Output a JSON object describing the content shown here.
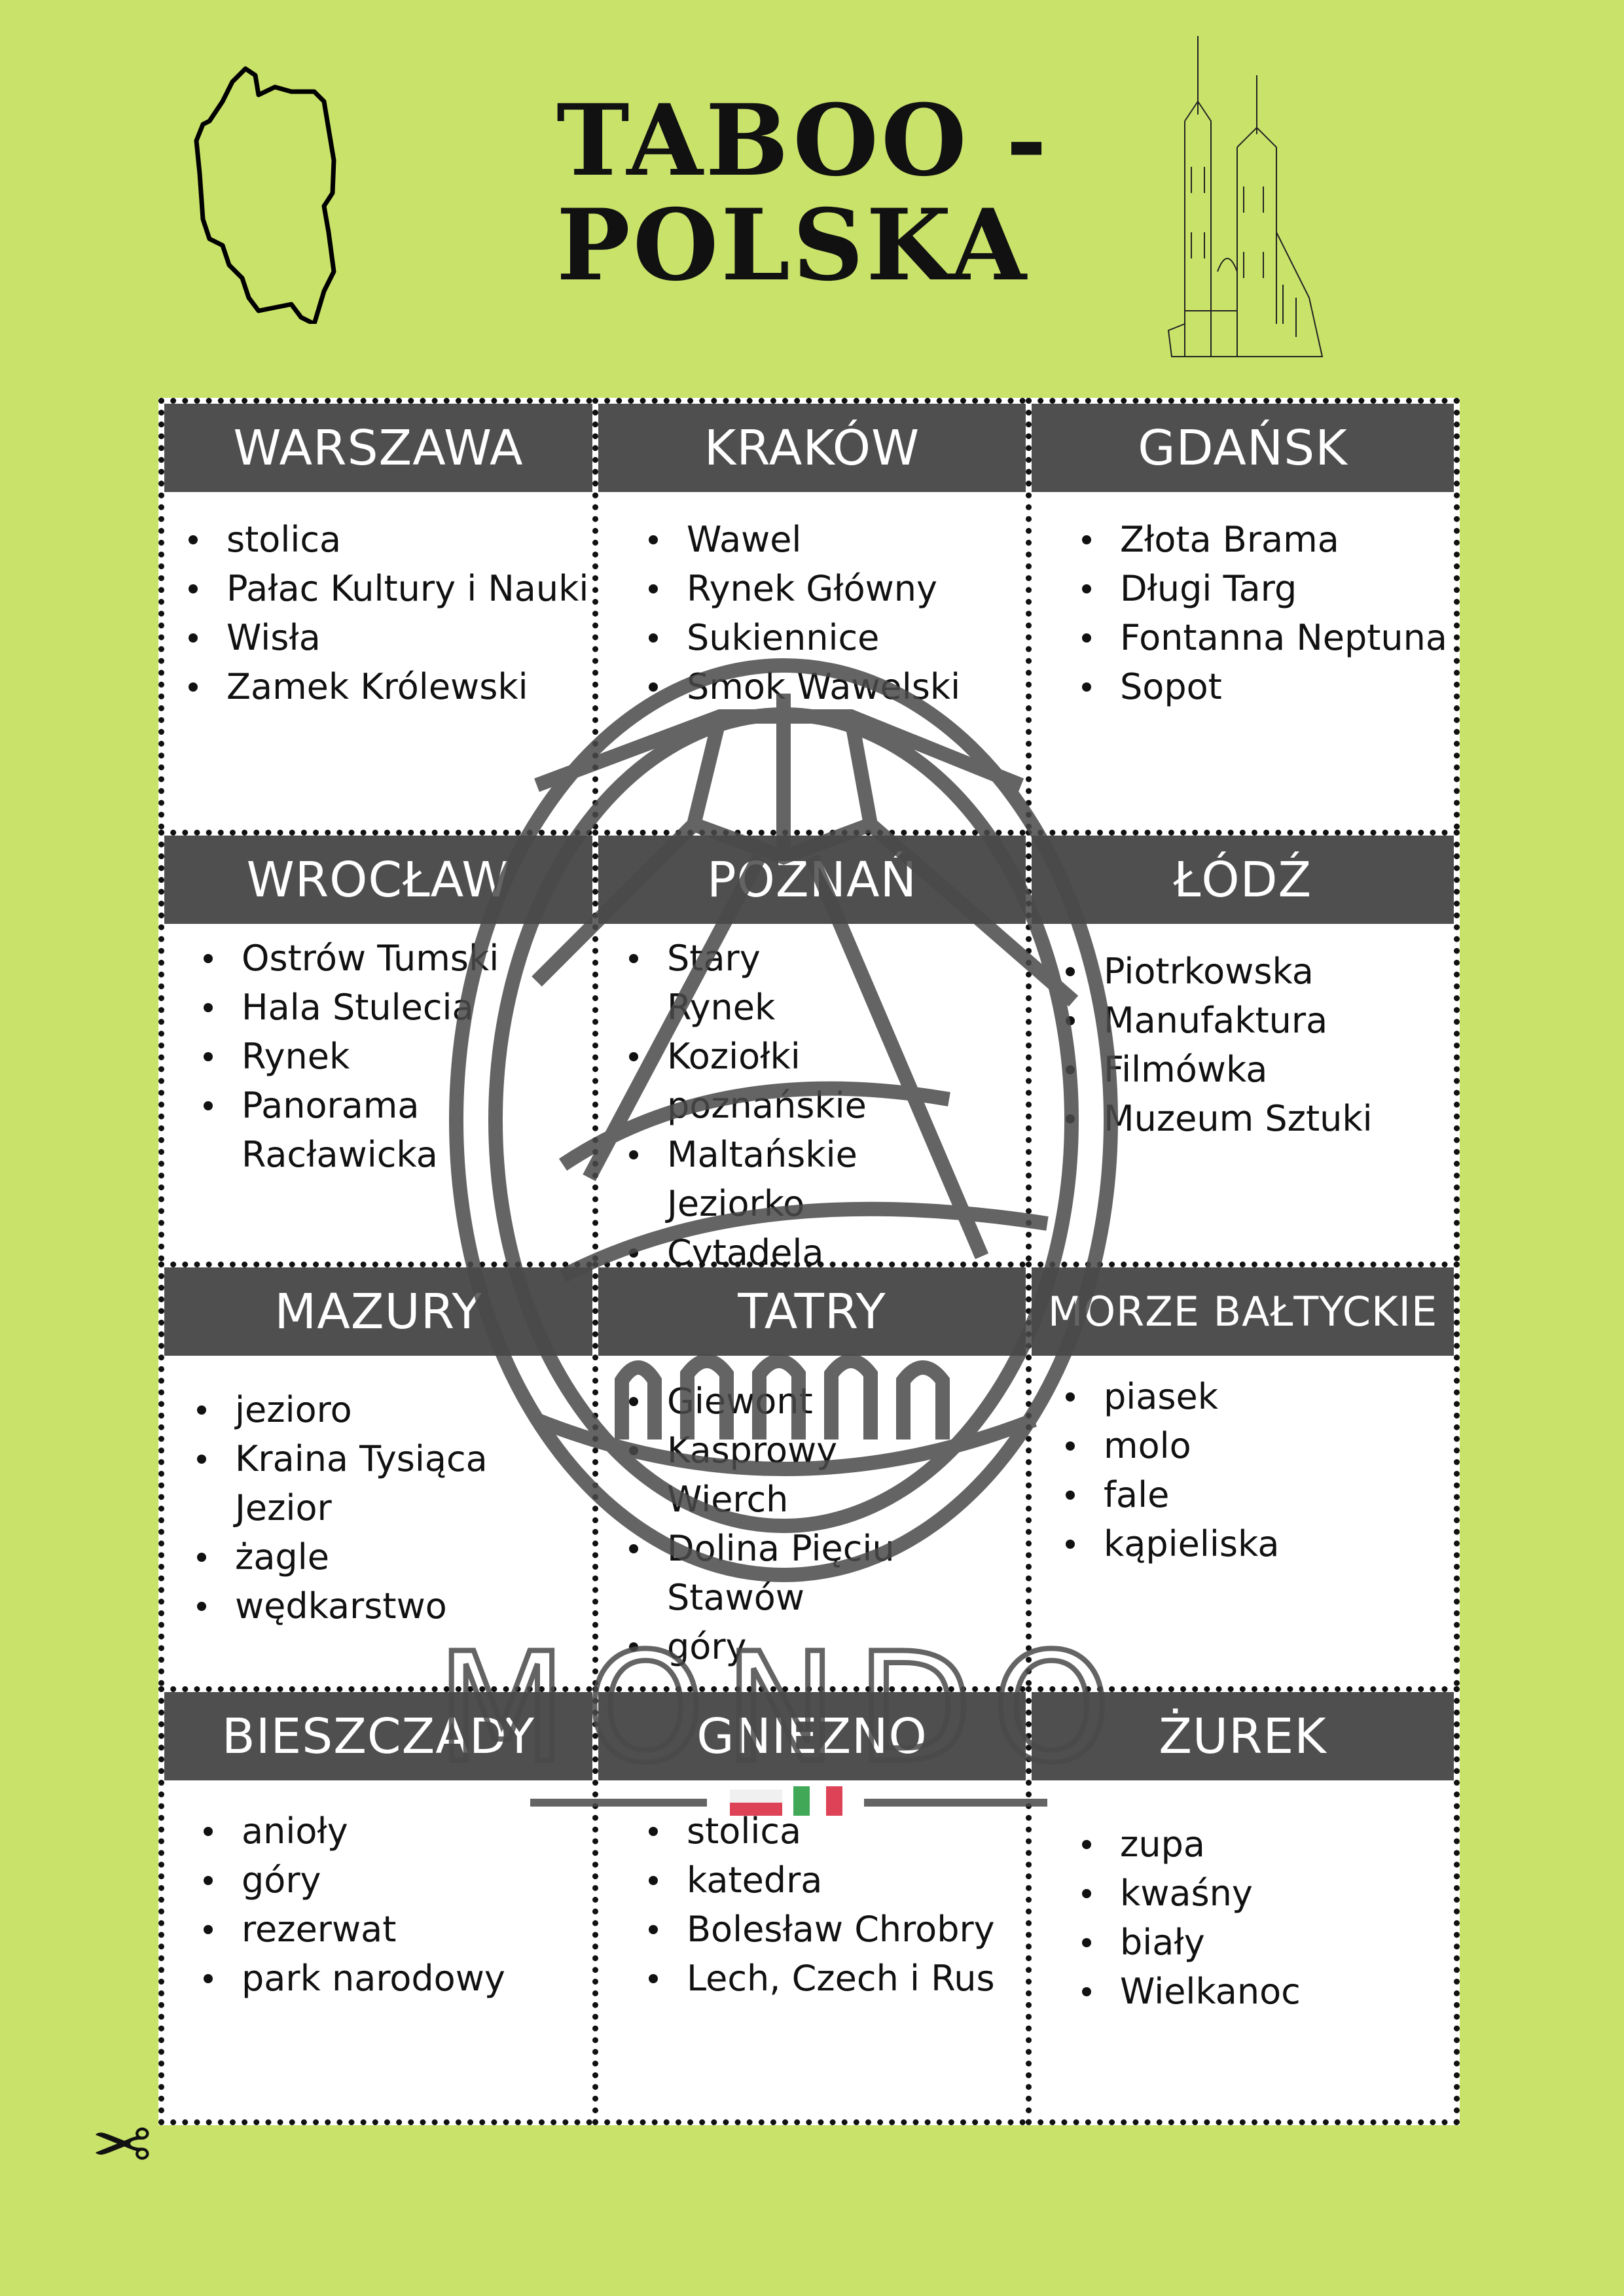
{
  "title": {
    "line1": "TABOO -",
    "line2": "POLSKA"
  },
  "logo": {
    "text": "MONDO"
  },
  "cards": [
    {
      "name": "WARSZAWA",
      "items": [
        "stolica",
        "Pałac Kultury i Nauki",
        "Wisła",
        "Zamek Królewski"
      ]
    },
    {
      "name": "KRAKÓW",
      "items": [
        "Wawel",
        "Rynek Główny",
        "Sukiennice",
        "Smok Wawelski"
      ]
    },
    {
      "name": "GDAŃSK",
      "items": [
        "Złota Brama",
        "Długi Targ",
        "Fontanna Neptuna",
        "Sopot"
      ]
    },
    {
      "name": "WROCŁAW",
      "items": [
        "Ostrów Tumski",
        "Hala Stulecia",
        "Rynek",
        "Panorama Racławicka"
      ]
    },
    {
      "name": "POZNAŃ",
      "items": [
        "Stary Rynek",
        "Koziołki poznańskie",
        "Maltańskie Jeziorko",
        "Cytadela"
      ]
    },
    {
      "name": "ŁÓDŹ",
      "items": [
        "Piotrkowska",
        "Manufaktura",
        "Filmówka",
        "Muzeum Sztuki"
      ]
    },
    {
      "name": "MAZURY",
      "items": [
        "jezioro",
        "Kraina Tysiąca Jezior",
        "żagle",
        "wędkarstwo"
      ]
    },
    {
      "name": "TATRY",
      "items": [
        "Giewont",
        "Kasprowy Wierch",
        "Dolina Pięciu Stawów",
        "góry"
      ]
    },
    {
      "name": "MORZE BAŁTYCKIE",
      "items": [
        "piasek",
        "molo",
        "fale",
        "kąpieliska"
      ]
    },
    {
      "name": "BIESZCZADY",
      "items": [
        "anioły",
        "góry",
        "rezerwat",
        "park narodowy"
      ]
    },
    {
      "name": "GNIEZNO",
      "items": [
        "stolica",
        "katedra",
        "Bolesław Chrobry",
        "Lech, Czech i Rus"
      ]
    },
    {
      "name": "ŻUREK",
      "items": [
        "zupa",
        "kwaśny",
        "biały",
        "Wielkanoc"
      ]
    }
  ]
}
